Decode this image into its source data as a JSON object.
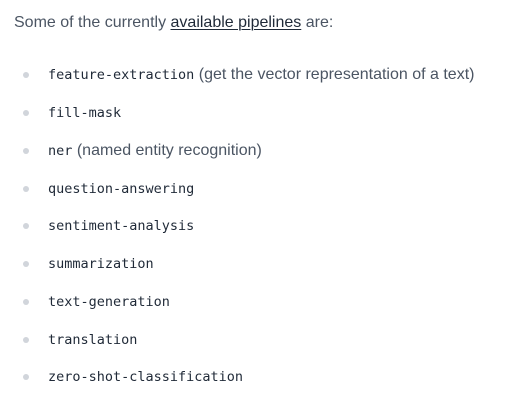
{
  "intro": {
    "prefix": "Some of the currently ",
    "link_text": "available pipelines",
    "suffix": " are:"
  },
  "pipelines": [
    {
      "name": "feature-extraction",
      "description": " (get the vector representation of a text)"
    },
    {
      "name": "fill-mask",
      "description": ""
    },
    {
      "name": "ner",
      "description": " (named entity recognition)"
    },
    {
      "name": "question-answering",
      "description": ""
    },
    {
      "name": "sentiment-analysis",
      "description": ""
    },
    {
      "name": "summarization",
      "description": ""
    },
    {
      "name": "text-generation",
      "description": ""
    },
    {
      "name": "translation",
      "description": ""
    },
    {
      "name": "zero-shot-classification",
      "description": ""
    }
  ]
}
